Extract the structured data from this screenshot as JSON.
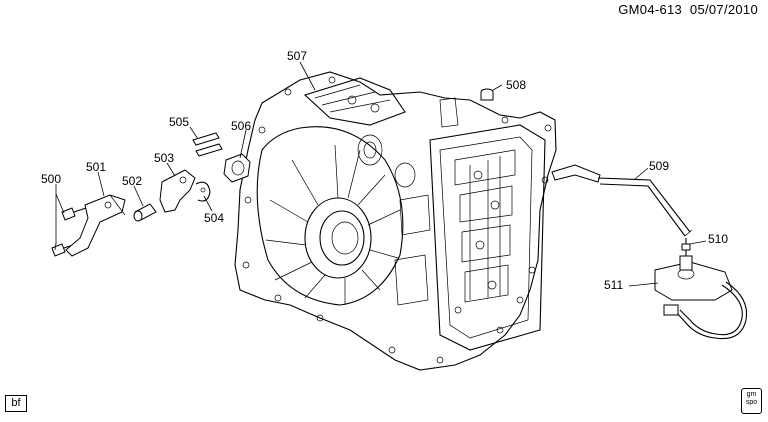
{
  "header": {
    "code": "GM04-613",
    "date": "05/07/2010"
  },
  "callouts": [
    "500",
    "501",
    "502",
    "503",
    "504",
    "505",
    "506",
    "507",
    "508",
    "509",
    "510",
    "511"
  ],
  "footer": {
    "badge": "bf",
    "logo_text": "gm spo"
  }
}
